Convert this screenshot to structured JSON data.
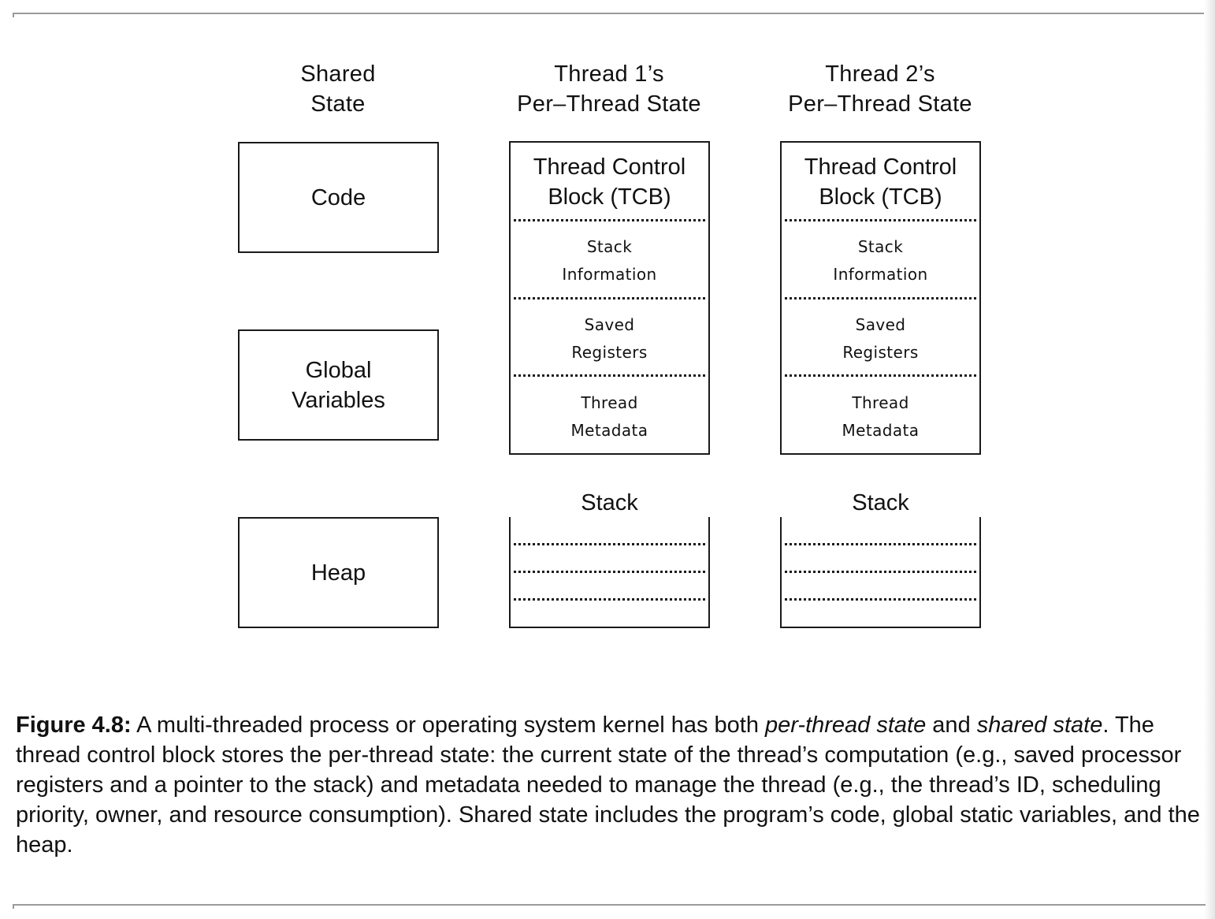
{
  "columns": {
    "shared": {
      "heading_line1": "Shared",
      "heading_line2": "State"
    },
    "thread1": {
      "heading_line1": "Thread 1’s",
      "heading_line2": "Per–Thread State"
    },
    "thread2": {
      "heading_line1": "Thread 2’s",
      "heading_line2": "Per–Thread State"
    }
  },
  "shared_boxes": {
    "code": "Code",
    "globals_line1": "Global",
    "globals_line2": "Variables",
    "heap": "Heap"
  },
  "tcb": {
    "title_line1": "Thread Control",
    "title_line2": "Block (TCB)",
    "stack_info_line1": "Stack",
    "stack_info_line2": "Information",
    "saved_regs_line1": "Saved",
    "saved_regs_line2": "Registers",
    "metadata_line1": "Thread",
    "metadata_line2": "Metadata"
  },
  "stack_label": "Stack",
  "caption": {
    "label": "Figure 4.8:",
    "part1": " A multi-threaded process or operating system kernel has both ",
    "italic1": "per-thread state",
    "part2": " and ",
    "italic2": "shared state",
    "part3": ". The thread control block stores the per-thread state: the current state of the thread’s computation (e.g., saved processor registers and a pointer to the stack) and metadata needed to manage the thread (e.g., the thread’s ID, scheduling priority, owner, and resource consumption). Shared state includes the program’s code, global static variables, and the heap."
  }
}
